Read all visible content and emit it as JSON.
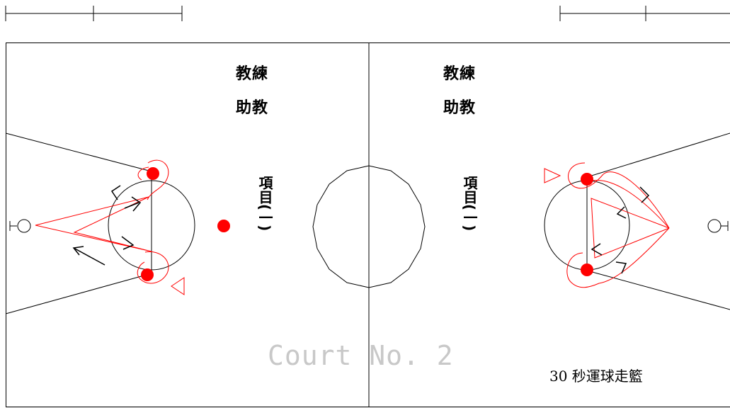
{
  "left_half": {
    "coach": "教練",
    "assistant": "助教",
    "item": "項目(一)"
  },
  "right_half": {
    "coach": "教練",
    "assistant": "助教",
    "item": "項目(一)"
  },
  "court_label": "Court No. 2",
  "drill_name": "30 秒運球走籃",
  "colors": {
    "player": "#ff0000",
    "path": "#ff0000",
    "arrow": "#000000",
    "lines": "#000000",
    "watermark": "#c8c8c8"
  }
}
